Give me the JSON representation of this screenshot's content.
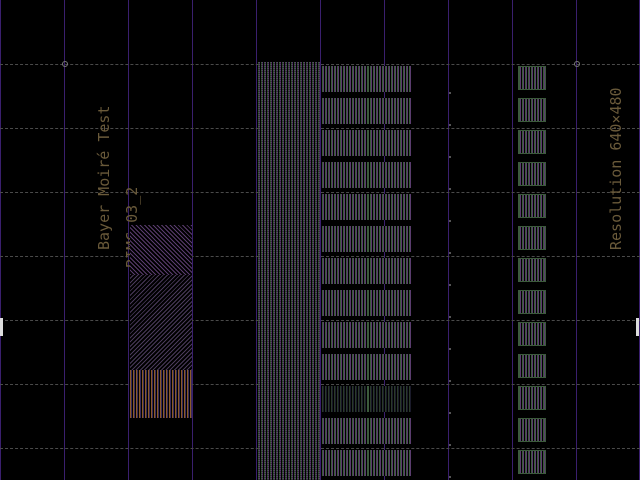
{
  "labels": {
    "test_name": "Bayer Moiré Test",
    "test_id": "BIMC-03_2",
    "resolution": "Resolution 640×480"
  },
  "colors": {
    "background": "#000000",
    "grid_vertical": "#3a1f6e",
    "grid_horizontal": "#4a4a4a",
    "label_text": "#6a5a3a",
    "patch_green": "#3c5a3c",
    "patch_purple": "#5a3c6e",
    "patch_orange": "#8a5a2a"
  },
  "icons": {
    "grid_markers": "circle-marker-icon"
  }
}
